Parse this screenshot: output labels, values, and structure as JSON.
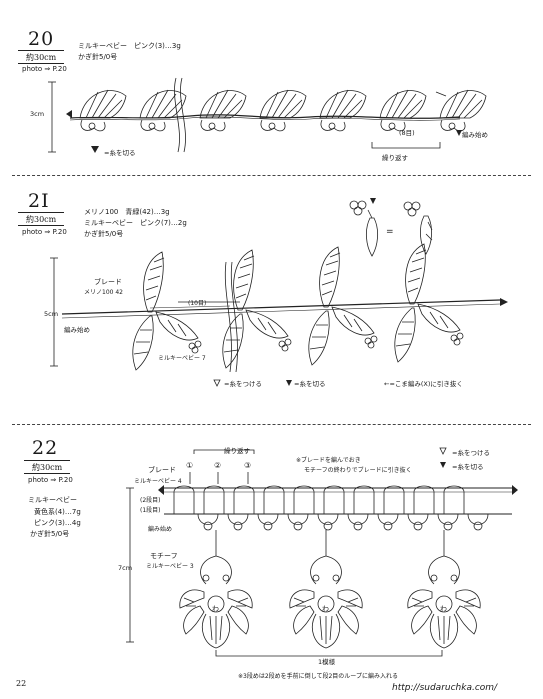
{
  "pattern20": {
    "number": "20",
    "length": "約30cm",
    "photo": "photo ⇒ P.20",
    "materials": [
      "ミルキーベビー　ピンク(3)…3g",
      "かぎ針5/0号"
    ],
    "height_label": "3cm",
    "rows_label": "(8目)",
    "repeat_label": "繰り返す",
    "start_label": "編み始め",
    "legend_cut": "=糸を切る"
  },
  "pattern21": {
    "number": "2I",
    "length": "約30cm",
    "photo": "photo ⇒ P.20",
    "materials": [
      "メリノ100　青緑(42)…3g",
      "ミルキーベビー　ピンク(7)…2g",
      "かぎ針5/0号"
    ],
    "braid_label": "ブレード",
    "braid_yarn": "メリノ100 42",
    "height_label": "5cm",
    "start_label": "編み始め",
    "stitch_label": "(10目)",
    "flower_yarn": "ミルキーベビー 7",
    "equals": "=",
    "legend_attach": "=糸をつける",
    "legend_cut": "=糸を切る",
    "legend_pull": "←=こま編み(X)に引き抜く"
  },
  "pattern22": {
    "number": "22",
    "length": "約30cm",
    "photo": "photo ⇒ P.20",
    "materials": [
      "ミルキーベビー",
      "黄色系(4)…7g",
      "ピンク(3)…4g",
      "かぎ針5/0号"
    ],
    "repeat_label": "繰り返す",
    "braid_label": "ブレード",
    "braid_yarn": "ミルキーベビー 4",
    "row2": "(2段目)",
    "row1": "(1段目)",
    "start_label": "編み始め",
    "motif_label": "モチーフ",
    "motif_yarn": "ミルキーベビー 3",
    "height_label": "7cm",
    "circles": [
      "①",
      "②",
      "③"
    ],
    "note_top": [
      "※ブレードを編んでおき",
      "モチーフの終わりでブレードに引き抜く"
    ],
    "legend_attach": "=糸をつける",
    "legend_cut": "=糸を切る",
    "center_mark": "わ",
    "unit_label": "1模様",
    "footnote": "※3段めは2段めを手前に倒して段2目のループに編み入れる"
  },
  "footer": {
    "page": "22",
    "url": "http://sudaruchka.com/"
  }
}
